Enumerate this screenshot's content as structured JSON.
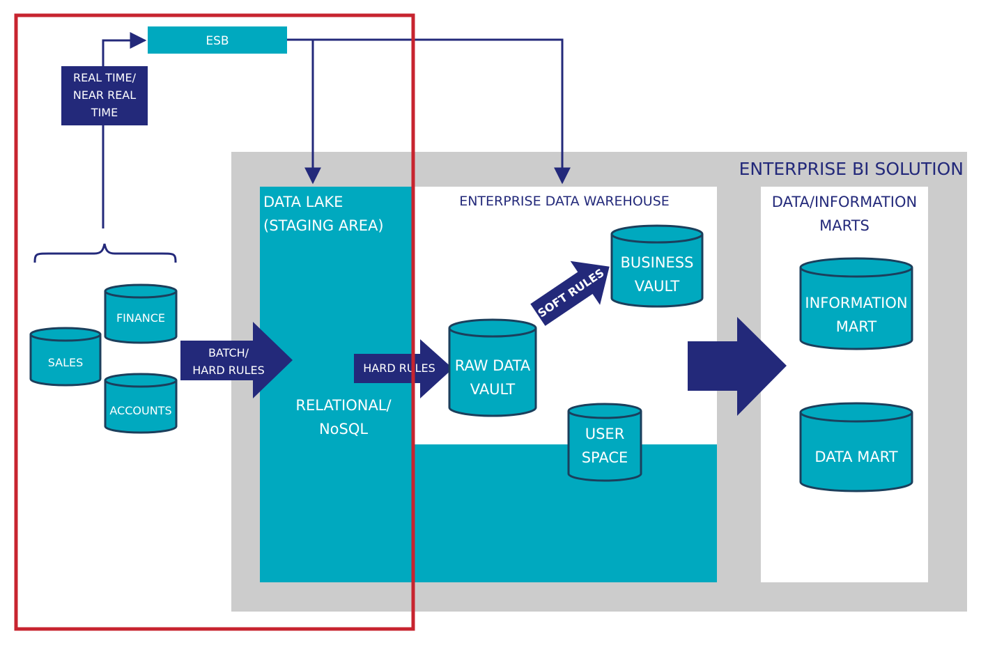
{
  "colors": {
    "navy": "#23297a",
    "teal": "#00a9bf",
    "gray": "#cccccc",
    "red": "#c7242f",
    "white": "#ffffff",
    "stroke": "#1b3f5c"
  },
  "esb": {
    "label": "ESB"
  },
  "realtime": {
    "line1": "REAL TIME/",
    "line2": "NEAR REAL",
    "line3": "TIME"
  },
  "enterprise_bi": {
    "title": "ENTERPRISE BI SOLUTION"
  },
  "data_lake": {
    "title1": "DATA LAKE",
    "title2": "(STAGING AREA)",
    "body1": "RELATIONAL/",
    "body2": "NoSQL"
  },
  "edw": {
    "title": "ENTERPRISE DATA WAREHOUSE"
  },
  "marts": {
    "title1": "DATA/INFORMATION",
    "title2": "MARTS",
    "information_mart1": "INFORMATION",
    "information_mart2": "MART",
    "data_mart": "DATA MART"
  },
  "sources": {
    "finance": "FINANCE",
    "sales": "SALES",
    "accounts": "ACCOUNTS"
  },
  "arrows": {
    "batch1": "BATCH/",
    "batch2": "HARD RULES",
    "hard_rules": "HARD RULES",
    "soft_rules": "SOFT RULES"
  },
  "vaults": {
    "raw1": "RAW DATA",
    "raw2": "VAULT",
    "business1": "BUSINESS",
    "business2": "VAULT",
    "user1": "USER",
    "user2": "SPACE"
  }
}
